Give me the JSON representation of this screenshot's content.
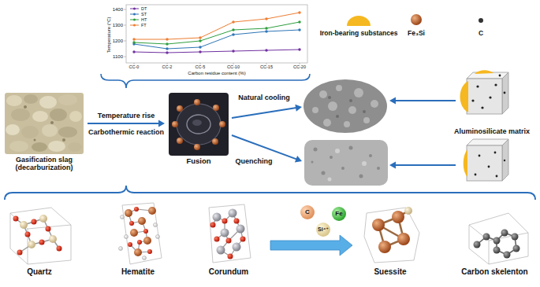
{
  "diagram": {
    "nodes": [
      {
        "text": [
          "Gasification slag (decarburization)"
        ]
      },
      {
        "text": [
          "Fusion"
        ]
      },
      {
        "text": [
          "Quartz"
        ]
      },
      {
        "text": [
          "Hematite"
        ]
      },
      {
        "text": [
          "Corundum"
        ]
      },
      {
        "text": [
          "Suessite"
        ]
      },
      {
        "text": [
          "Carbon skelenton"
        ]
      }
    ],
    "edges": [
      {
        "from": 0,
        "to": 1,
        "label": "Temperature rise",
        "arrow": "to"
      },
      {
        "from": 4,
        "to": 5,
        "arrow": "to"
      }
    ],
    "labels": [
      "Temperature (°C)",
      "1400",
      "1300",
      "1200",
      "1100",
      "CC-0",
      "CC-2",
      "CC-5",
      "CC-10",
      "CC-15",
      "CC-20",
      "Carbon residue content (%)",
      "Carbothermic reaction",
      "Natural cooling",
      "Quenching",
      "Aluminosilicate matrix",
      "C",
      "Fe",
      "Si⁴⁺"
    ],
    "legend": [
      {
        "text": "DT"
      },
      {
        "text": "ST"
      },
      {
        "text": "HT"
      },
      {
        "text": "FT"
      },
      {
        "text": "Iron-bearing substances"
      },
      {
        "text": "Fe₃Si"
      },
      {
        "text": "C"
      }
    ]
  }
}
